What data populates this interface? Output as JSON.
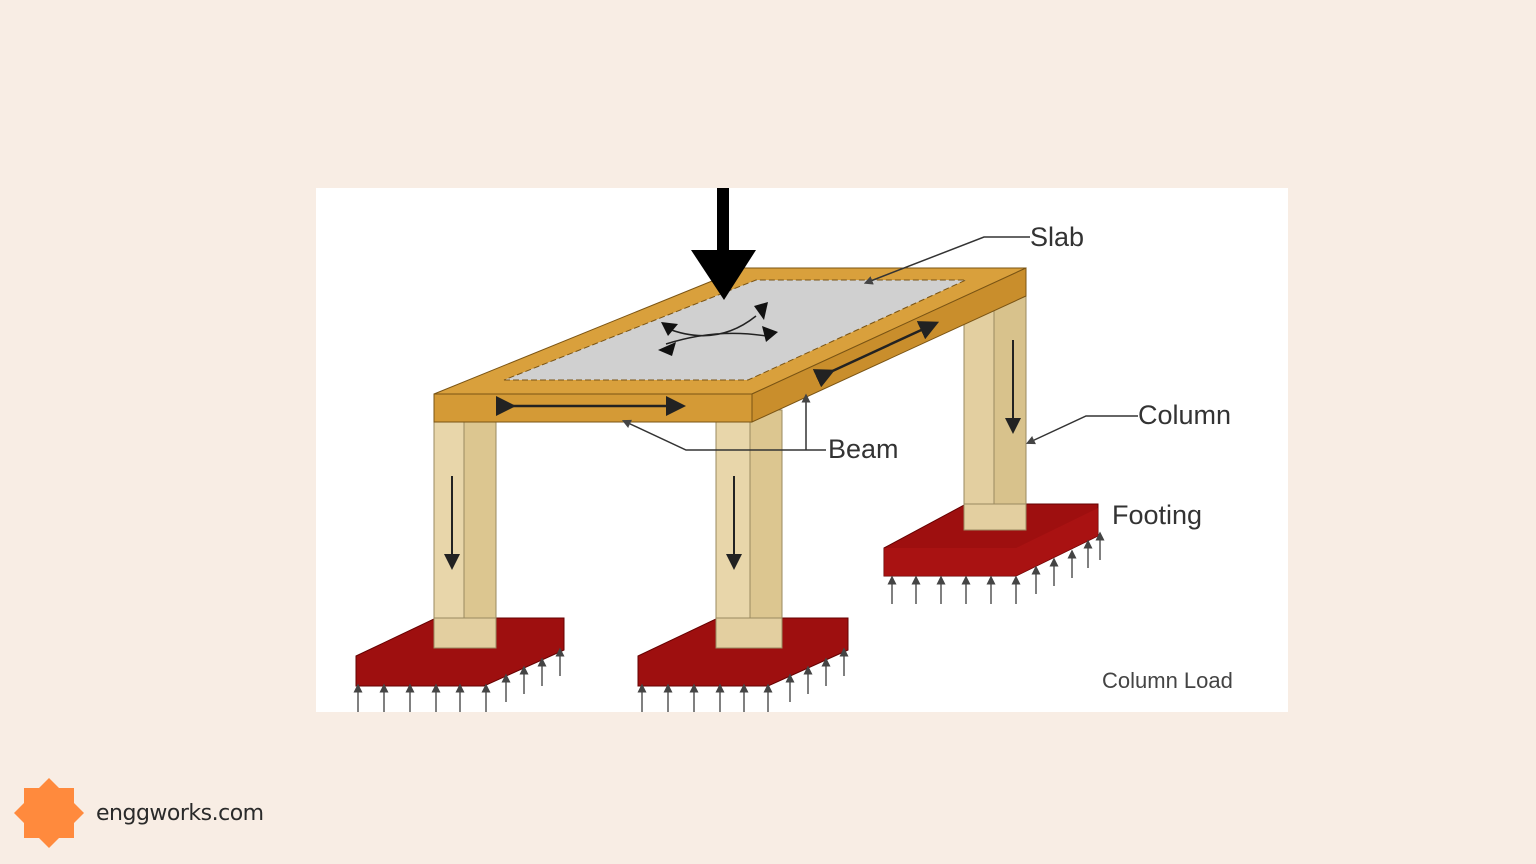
{
  "figure": {
    "labels": {
      "slab": "Slab",
      "column": "Column",
      "beam": "Beam",
      "footing": "Footing"
    },
    "caption": "Column Load"
  },
  "colors": {
    "background": "#f8ede4",
    "slab_fill": "#cfcfcf",
    "beam": "#d9a03c",
    "column": "#e6d4a8",
    "footing": "#a01010",
    "logo": "#ff8a3d"
  },
  "brand": {
    "logo_icon": "eight-point-star-icon",
    "text": "enggworks.com"
  }
}
